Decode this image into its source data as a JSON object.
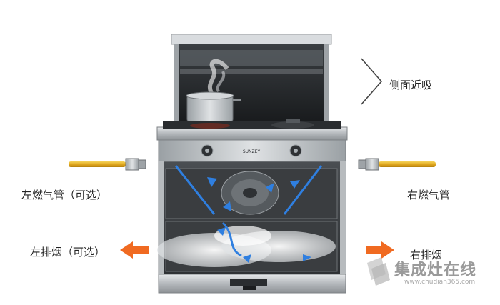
{
  "labels": {
    "side_suction": "侧面近吸",
    "left_gas_pipe": "左燃气管（可选）",
    "right_gas_pipe": "右燃气管",
    "left_exhaust": "左排烟（可选）",
    "right_exhaust": "右排烟"
  },
  "brand_badge": "SUNZEY",
  "watermark": {
    "name": "集成灶在线",
    "url": "www.chudian365.com"
  },
  "colors": {
    "arrow_orange": "#f06a21",
    "airflow_blue": "#2f7fe0",
    "gas_pipe_yellow": "#e8b327",
    "steel": "#b9bcc0",
    "glass_dark": "#1c1f22"
  },
  "icons": [
    "gas-pipe-icon",
    "arrow-left-icon",
    "arrow-right-icon",
    "chevron-right-icon",
    "watermark-logo-icon"
  ]
}
